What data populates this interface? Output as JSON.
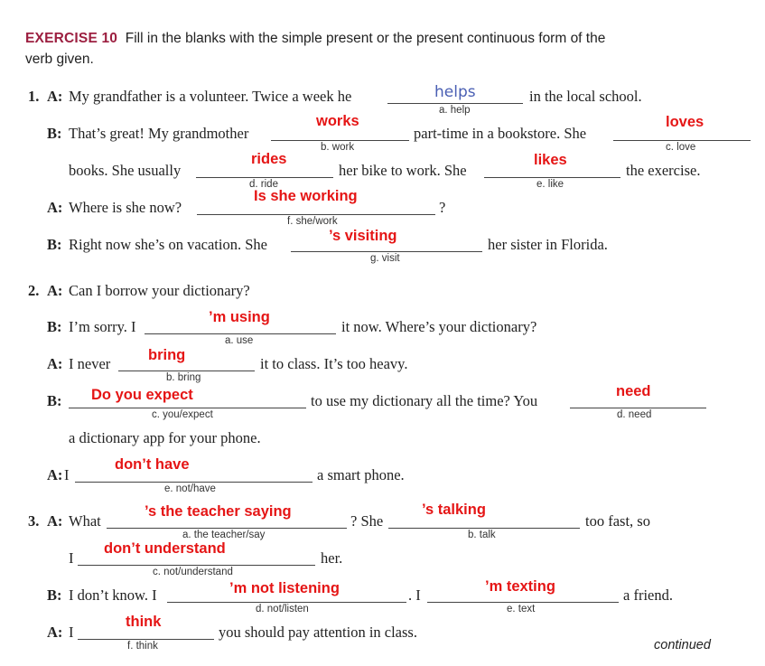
{
  "header": {
    "label": "EXERCISE 10",
    "instruction_1": "Fill in the blanks with the simple present or the present continuous form of the",
    "instruction_2": "verb given."
  },
  "ex1": {
    "number": "1.",
    "a1_speaker": "A:",
    "a1_pre": "My grandfather is a volunteer. Twice a week he",
    "a1_ans": "helps",
    "a1_hint": "a. help",
    "a1_post": "in the local school.",
    "b1_speaker": "B:",
    "b1_pre": "That’s great! My grandmother",
    "b1_ans1": "works",
    "b1_hint1": "b. work",
    "b1_mid": "part-time in a bookstore. She",
    "b1_ans2": "loves",
    "b1_hint2": "c. love",
    "b2_pre": "books. She usually",
    "b2_ans1": "rides",
    "b2_hint1": "d. ride",
    "b2_mid": "her bike to work. She",
    "b2_ans2": "likes",
    "b2_hint2": "e. like",
    "b2_post": "the exercise.",
    "a2_speaker": "A:",
    "a2_pre": "Where is she now?",
    "a2_ans": "Is she working",
    "a2_hint": "f. she/work",
    "a2_post": "?",
    "b3_speaker": "B:",
    "b3_pre": "Right now she’s on vacation. She",
    "b3_ans": "’s visiting",
    "b3_hint": "g. visit",
    "b3_post": "her sister in Florida."
  },
  "ex2": {
    "number": "2.",
    "a1_speaker": "A:",
    "a1_text": "Can I borrow your dictionary?",
    "b1_speaker": "B:",
    "b1_pre": "I’m sorry. I",
    "b1_ans": "’m using",
    "b1_hint": "a. use",
    "b1_post": "it now. Where’s your dictionary?",
    "a2_speaker": "A:",
    "a2_pre": "I never",
    "a2_ans": "bring",
    "a2_hint": "b. bring",
    "a2_post": "it to class. It’s too heavy.",
    "b2_speaker": "B:",
    "b2_ans1": "Do you expect",
    "b2_hint1": "c. you/expect",
    "b2_mid": "to use my dictionary all the time? You",
    "b2_ans2": "need",
    "b2_hint2": "d. need",
    "b3_text": "a dictionary app for your phone.",
    "a3_speaker": "A:",
    "a3_pre": "I",
    "a3_ans": "don’t have",
    "a3_hint": "e. not/have",
    "a3_post": "a smart phone."
  },
  "ex3": {
    "number": "3.",
    "a1_speaker": "A:",
    "a1_pre": "What",
    "a1_ans1": "’s the teacher saying",
    "a1_hint1": "a. the teacher/say",
    "a1_mid": "? She",
    "a1_ans2": "’s talking",
    "a1_hint2": "b. talk",
    "a1_post": "too fast, so",
    "a2_pre": "I",
    "a2_ans": "don’t understand",
    "a2_hint": "c. not/understand",
    "a2_post": "her.",
    "b1_speaker": "B:",
    "b1_pre": "I don’t know. I",
    "b1_ans1": "’m not listening",
    "b1_hint1": "d. not/listen",
    "b1_mid": ". I",
    "b1_ans2": "’m texting",
    "b1_hint2": "e. text",
    "b1_post": "a friend.",
    "a3_speaker": "A:",
    "a3_pre": "I",
    "a3_ans": "think",
    "a3_hint": "f. think",
    "a3_post": "you should pay attention in class."
  },
  "footer": {
    "continued": "continued"
  }
}
